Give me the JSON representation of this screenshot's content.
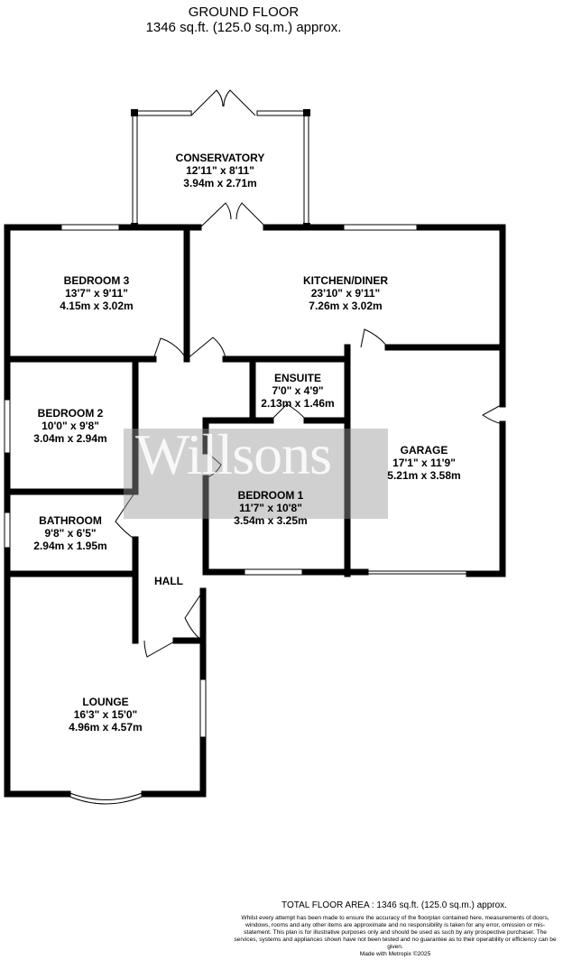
{
  "header": {
    "floor": "GROUND FLOOR",
    "area": "1346 sq.ft. (125.0 sq.m.) approx."
  },
  "watermark": {
    "brand": "Willsons"
  },
  "rooms": [
    {
      "name": "CONSERVATORY",
      "imperial": "12'11\"  x 8'11\"",
      "metric": "3.94m  x 2.71m"
    },
    {
      "name": "BEDROOM 3",
      "imperial": "13'7\"  x 9'11\"",
      "metric": "4.15m  x 3.02m"
    },
    {
      "name": "KITCHEN/DINER",
      "imperial": "23'10\"  x 9'11\"",
      "metric": "7.26m  x 3.02m"
    },
    {
      "name": "ENSUITE",
      "imperial": "7'0\"  x 4'9\"",
      "metric": "2.13m  x 1.46m"
    },
    {
      "name": "BEDROOM 2",
      "imperial": "10'0\"  x 9'8\"",
      "metric": "3.04m  x 2.94m"
    },
    {
      "name": "GARAGE",
      "imperial": "17'1\"  x 11'9\"",
      "metric": "5.21m  x 3.58m"
    },
    {
      "name": "BEDROOM 1",
      "imperial": "11'7\"  x 10'8\"",
      "metric": "3.54m  x 3.25m"
    },
    {
      "name": "BATHROOM",
      "imperial": "9'8\"  x 6'5\"",
      "metric": "2.94m  x 1.95m"
    },
    {
      "name": "HALL"
    },
    {
      "name": "LOUNGE",
      "imperial": "16'3\"  x 15'0\"",
      "metric": "4.96m  x 4.57m"
    }
  ],
  "footer": {
    "total": "TOTAL FLOOR AREA : 1346 sq.ft. (125.0 sq.m.) approx.",
    "disclaimer": "Whilst every attempt has been made to ensure the accuracy of the floorplan contained here, measurements of doors, windows, rooms and any other items are approximate and no responsibility is taken for any error, omission or mis-statement. This plan is for illustrative purposes only and should be used as such by any prospective purchaser. The services, systems and appliances shown have not been tested and no guarantee as to their operability or efficiency can be given.",
    "credit": "Made with Metropix ©2025"
  }
}
